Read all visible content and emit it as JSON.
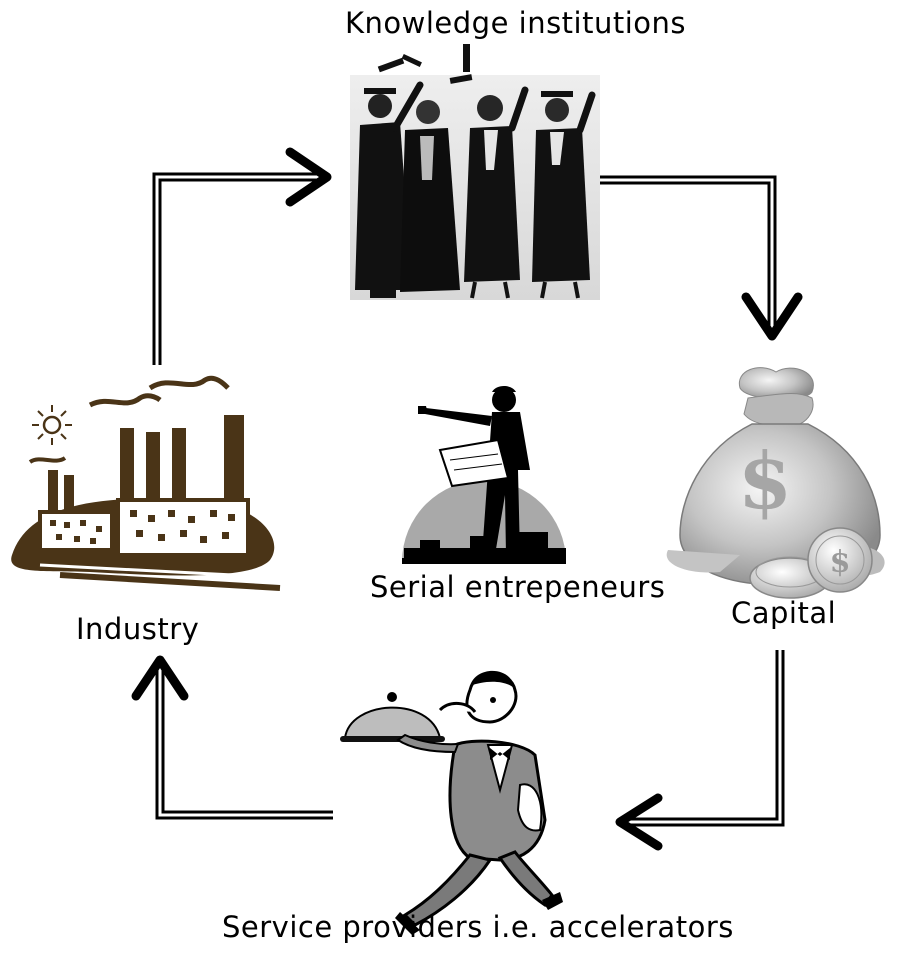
{
  "diagram": {
    "nodes": {
      "knowledge": {
        "label": "Knowledge institutions",
        "icon": "graduates-icon"
      },
      "capital": {
        "label": "Capital",
        "icon": "money-bag-icon"
      },
      "service": {
        "label": "Service providers i.e. accelerators",
        "icon": "waiter-icon"
      },
      "industry": {
        "label": "Industry",
        "icon": "factory-icon"
      },
      "entrepreneurs": {
        "label": "Serial entrepeneurs",
        "icon": "entrepreneur-icon"
      }
    },
    "flow": [
      [
        "industry",
        "knowledge"
      ],
      [
        "knowledge",
        "capital"
      ],
      [
        "capital",
        "service"
      ],
      [
        "service",
        "industry"
      ]
    ],
    "colors": {
      "factory": "#4a3417",
      "line": "#000000",
      "bag": "#c8c8c8"
    }
  }
}
